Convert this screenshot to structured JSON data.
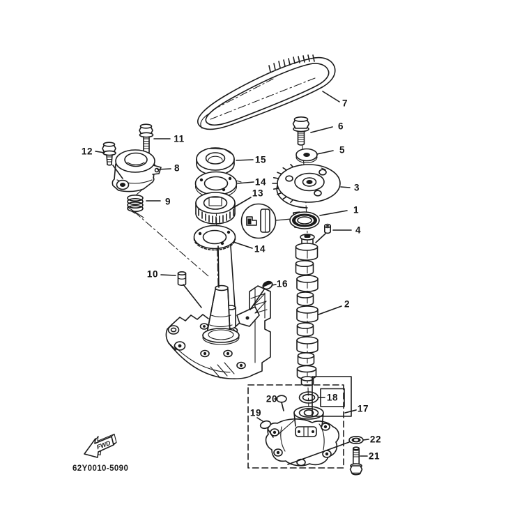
{
  "diagram": {
    "type": "exploded-parts-diagram",
    "drawing_number": "62Y0010-5090",
    "fwd_marker": "FWD",
    "highlighted_callout": "18",
    "colors": {
      "background": "#ffffff",
      "line": "#1a1a1a",
      "red_box": "#e01010",
      "highlight_fill": "#eaeadb",
      "highlight_border": "#a9a992"
    },
    "callouts": {
      "c1": {
        "label": "1"
      },
      "c2": {
        "label": "2"
      },
      "c3": {
        "label": "3"
      },
      "c4": {
        "label": "4"
      },
      "c5": {
        "label": "5"
      },
      "c6": {
        "label": "6"
      },
      "c7": {
        "label": "7"
      },
      "c8": {
        "label": "8"
      },
      "c9": {
        "label": "9"
      },
      "c10": {
        "label": "10"
      },
      "c11": {
        "label": "11"
      },
      "c12": {
        "label": "12"
      },
      "c13": {
        "label": "13"
      },
      "c14a": {
        "label": "14"
      },
      "c14b": {
        "label": "14"
      },
      "c15": {
        "label": "15"
      },
      "c16": {
        "label": "16"
      },
      "c17": {
        "label": "17"
      },
      "c18": {
        "label": "18"
      },
      "c19": {
        "label": "19"
      },
      "c20": {
        "label": "20"
      },
      "c21": {
        "label": "21"
      },
      "c22": {
        "label": "22"
      }
    }
  }
}
